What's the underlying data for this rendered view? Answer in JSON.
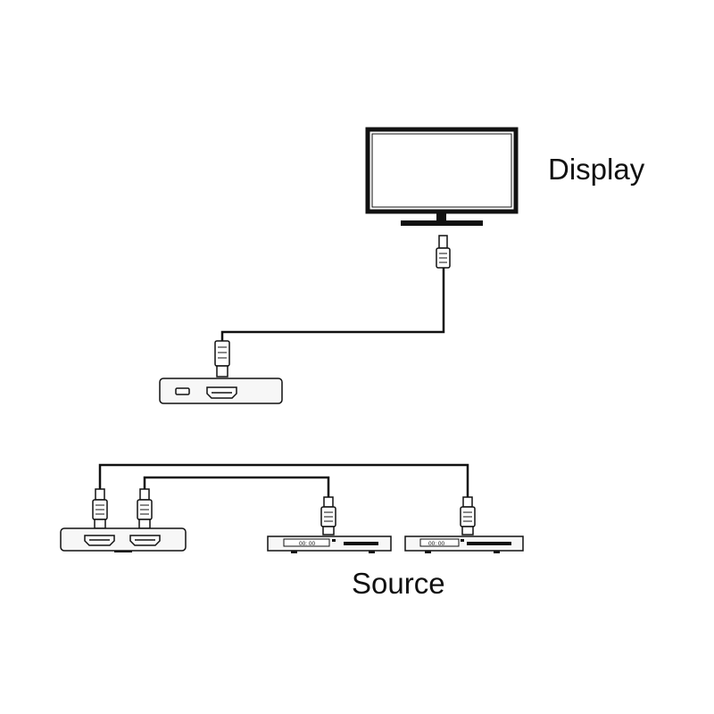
{
  "labels": {
    "display": "Display",
    "source": "Source"
  },
  "source_devices": [
    {
      "readout": "00: 00"
    },
    {
      "readout": "00: 00"
    }
  ],
  "colors": {
    "line": "#111111",
    "device_fill": "#f7f7f7",
    "background": "#ffffff"
  }
}
